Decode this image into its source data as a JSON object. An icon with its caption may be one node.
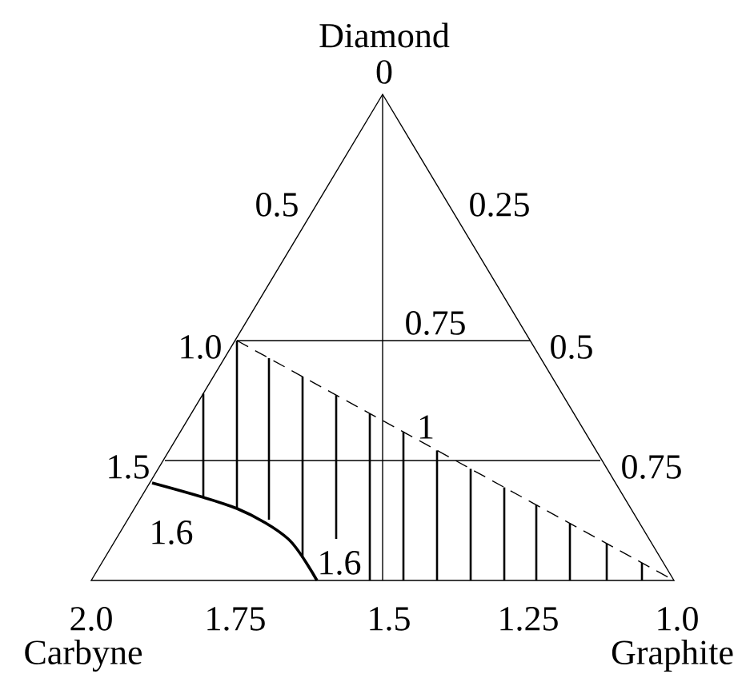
{
  "diagram": {
    "labels": [
      "Diamond",
      "0",
      "0.5",
      "0.25",
      "0.75",
      "1.0",
      "0.5",
      "1",
      "1.5",
      "0.75",
      "1.6",
      "1.6",
      "2.0",
      "1.75",
      "1.5",
      "1.25",
      "1.0",
      "Carbyne",
      "Graphite"
    ]
  }
}
